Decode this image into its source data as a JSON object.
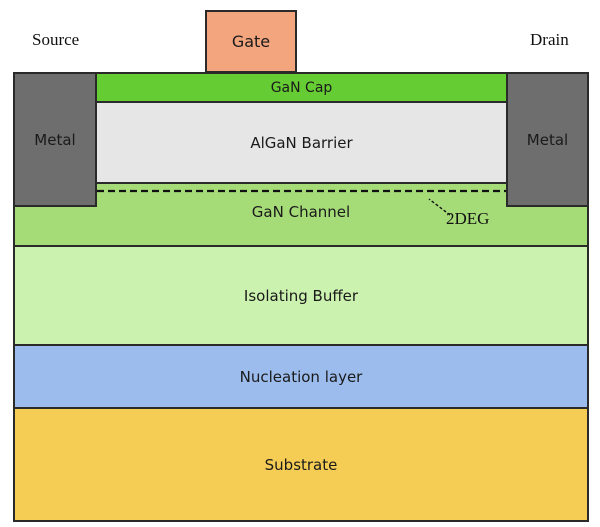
{
  "labels": {
    "source": "Source",
    "drain": "Drain",
    "gate": "Gate",
    "cap": "GaN Cap",
    "barrier": "AlGaN Barrier",
    "metal_left": "Metal",
    "metal_right": "Metal",
    "channel": "GaN Channel",
    "twodeg": "2DEG",
    "buffer": "Isolating Buffer",
    "nucleation": "Nucleation layer",
    "substrate": "Substrate"
  },
  "colors": {
    "gate": "#f3a57e",
    "cap": "#66cc33",
    "barrier": "#e6e6e6",
    "metal": "#6e6e6e",
    "channel": "#a6dc78",
    "buffer": "#ccf2b0",
    "nucleation": "#9bbcec",
    "substrate": "#f5cd55"
  }
}
